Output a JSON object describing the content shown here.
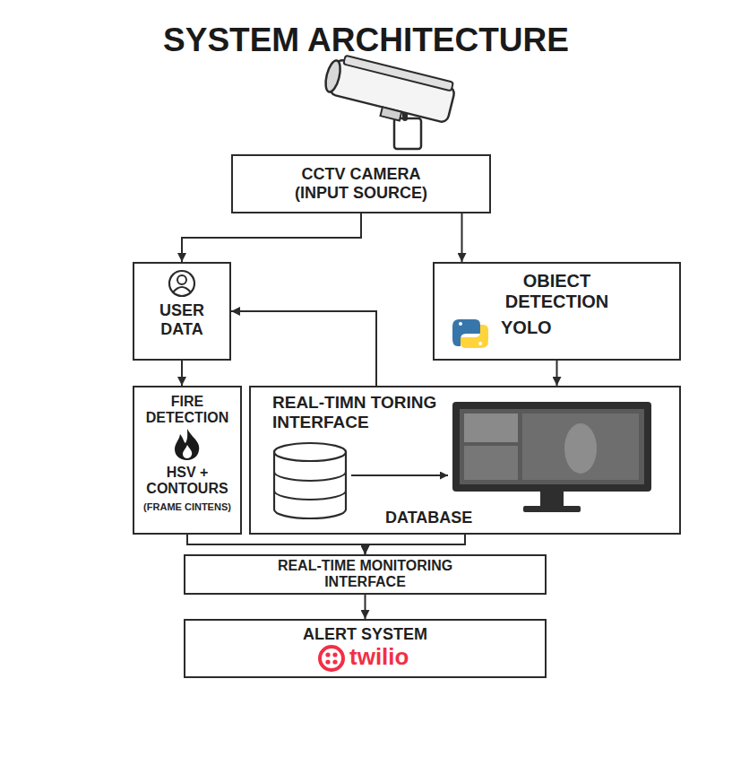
{
  "diagram": {
    "title": "SYSTEM ARCHITECTURE",
    "nodes": [
      {
        "text": [
          "CCTV CAMERA (INPUT SOURCE)"
        ]
      },
      {
        "text": [
          "USER DATA"
        ]
      },
      {
        "text": [
          "OBIECT DETECTION",
          "YOLO"
        ]
      },
      {
        "text": [
          "FIRE DETECTION",
          "HSV + CONTOURS",
          "(FRAME CINTENS)"
        ]
      },
      {
        "text": [
          "REAL-TIMN TORING INTERFACE",
          "DATABASE"
        ]
      },
      {
        "text": [
          "REAL-TIME MONITORING INTERFACE"
        ]
      },
      {
        "text": [
          "ALERT SYSTEM",
          "twilio"
        ]
      }
    ],
    "edges": [
      {
        "from": 0,
        "to": 1,
        "arrow": "to"
      },
      {
        "from": 0,
        "to": 2,
        "arrow": "to"
      },
      {
        "from": 4,
        "to": 1,
        "arrow": "to"
      },
      {
        "from": 1,
        "to": 3,
        "arrow": "to"
      },
      {
        "from": 2,
        "to": 4,
        "arrow": "to"
      },
      {
        "from": 3,
        "to": 5,
        "arrow": "to"
      },
      {
        "from": 4,
        "to": 5,
        "arrow": "to"
      },
      {
        "from": 5,
        "to": 6,
        "arrow": "to"
      }
    ]
  }
}
